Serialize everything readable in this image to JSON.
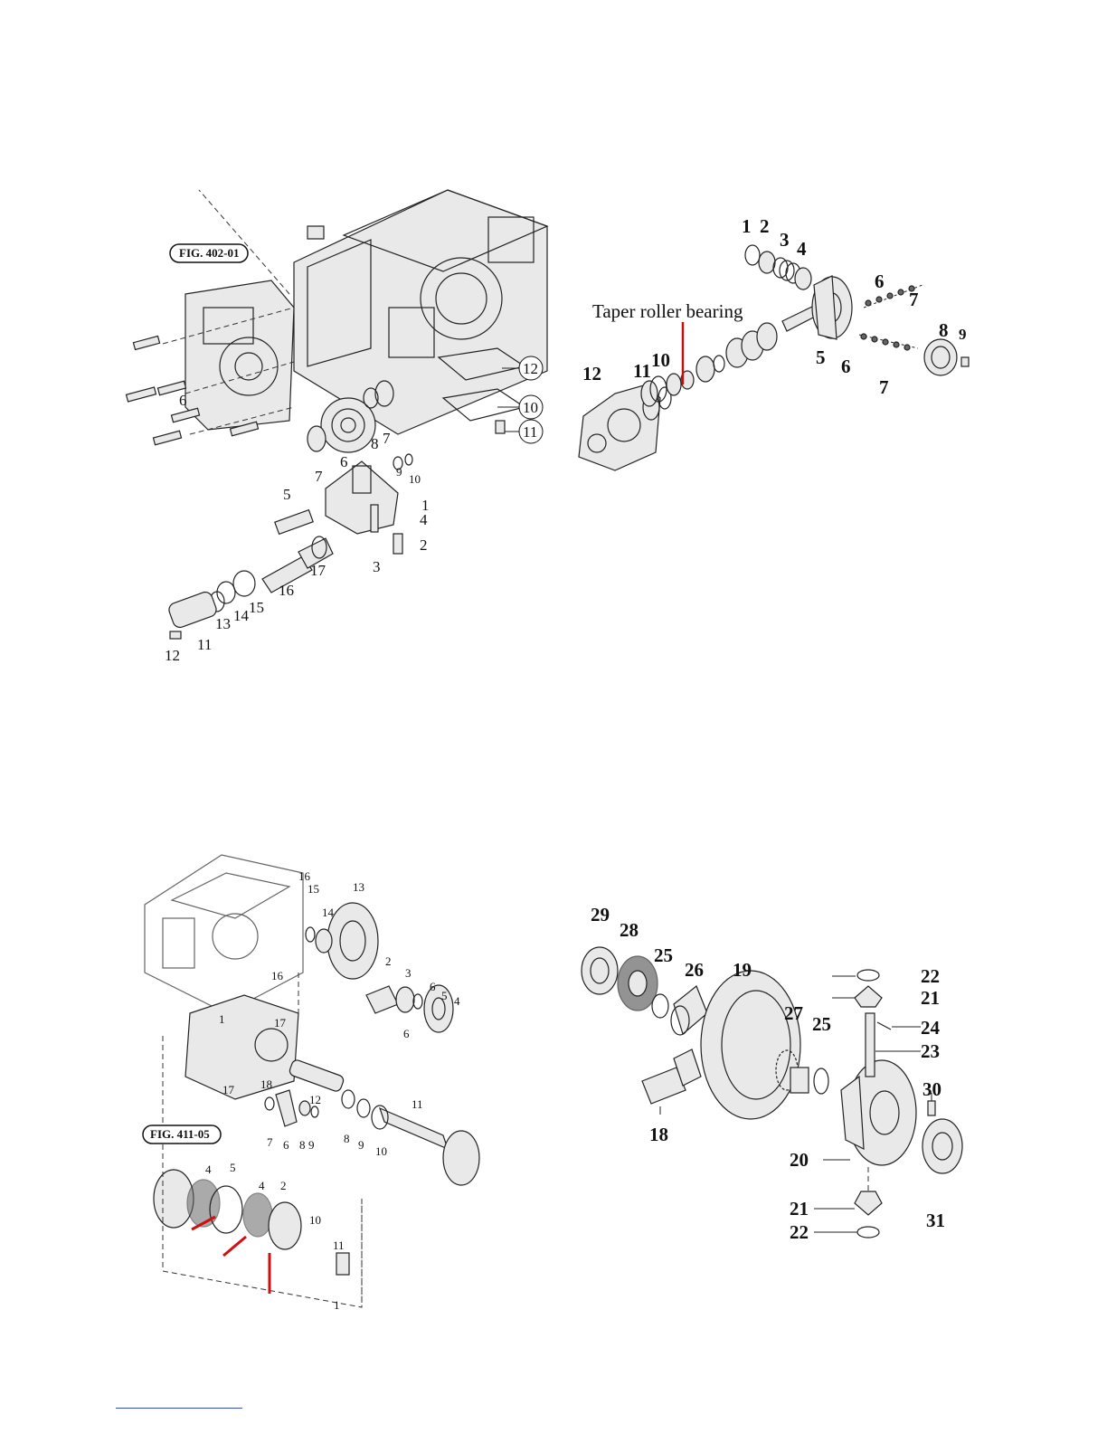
{
  "top_left": {
    "figure_ref": "FIG. 402-01",
    "labels": [
      "1",
      "2",
      "3",
      "4",
      "5",
      "6",
      "7",
      "8",
      "10",
      "11",
      "12",
      "13",
      "14",
      "15",
      "16",
      "17"
    ],
    "circled_labels": [
      "12",
      "10",
      "11"
    ]
  },
  "top_right": {
    "annotation": "Taper roller bearing",
    "labels": [
      "1",
      "2",
      "3",
      "4",
      "5",
      "6",
      "7",
      "8",
      "9",
      "10",
      "11",
      "12"
    ]
  },
  "bottom_left": {
    "figure_ref": "FIG. 411-05",
    "labels": [
      "1",
      "2",
      "3",
      "4",
      "5",
      "6",
      "7",
      "8",
      "9",
      "10",
      "11",
      "12",
      "13",
      "14",
      "15",
      "16",
      "17",
      "18"
    ]
  },
  "bottom_right": {
    "labels": [
      "18",
      "19",
      "20",
      "21",
      "22",
      "23",
      "24",
      "25",
      "26",
      "27",
      "28",
      "29",
      "30",
      "31"
    ]
  }
}
